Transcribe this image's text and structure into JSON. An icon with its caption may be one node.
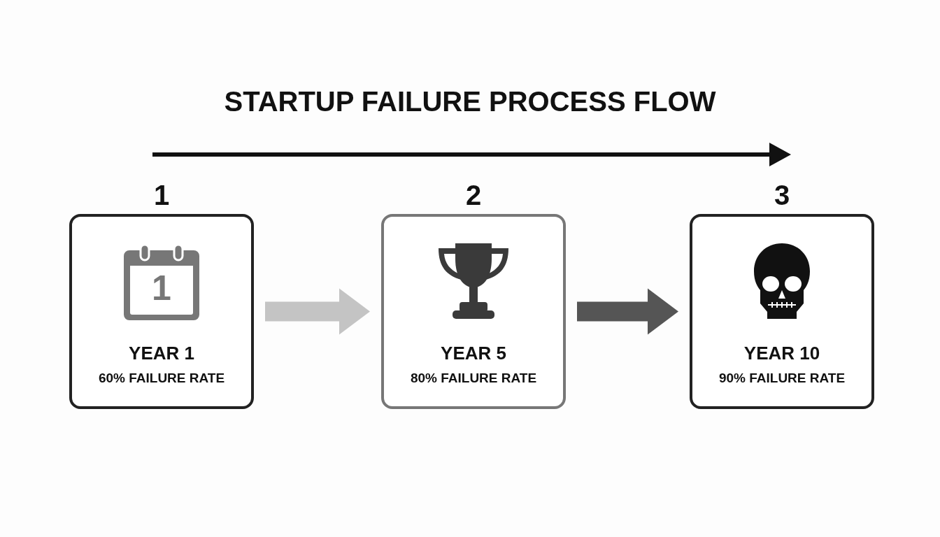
{
  "diagram": {
    "title": "STARTUP FAILURE PROCESS FLOW",
    "nodes": [
      {
        "text": [
          "1",
          "YEAR 1",
          "60% FAILURE RATE"
        ]
      },
      {
        "text": [
          "2",
          "YEAR 5",
          "80% FAILURE RATE"
        ]
      },
      {
        "text": [
          "3",
          "YEAR 10",
          "90% FAILURE RATE"
        ]
      }
    ],
    "edges": [
      {
        "from": 0,
        "to": 1,
        "arrow": "to",
        "color": "#c4c4c4"
      },
      {
        "from": 1,
        "to": 2,
        "arrow": "to",
        "color": "#555555"
      }
    ],
    "labels": [
      "1"
    ]
  }
}
